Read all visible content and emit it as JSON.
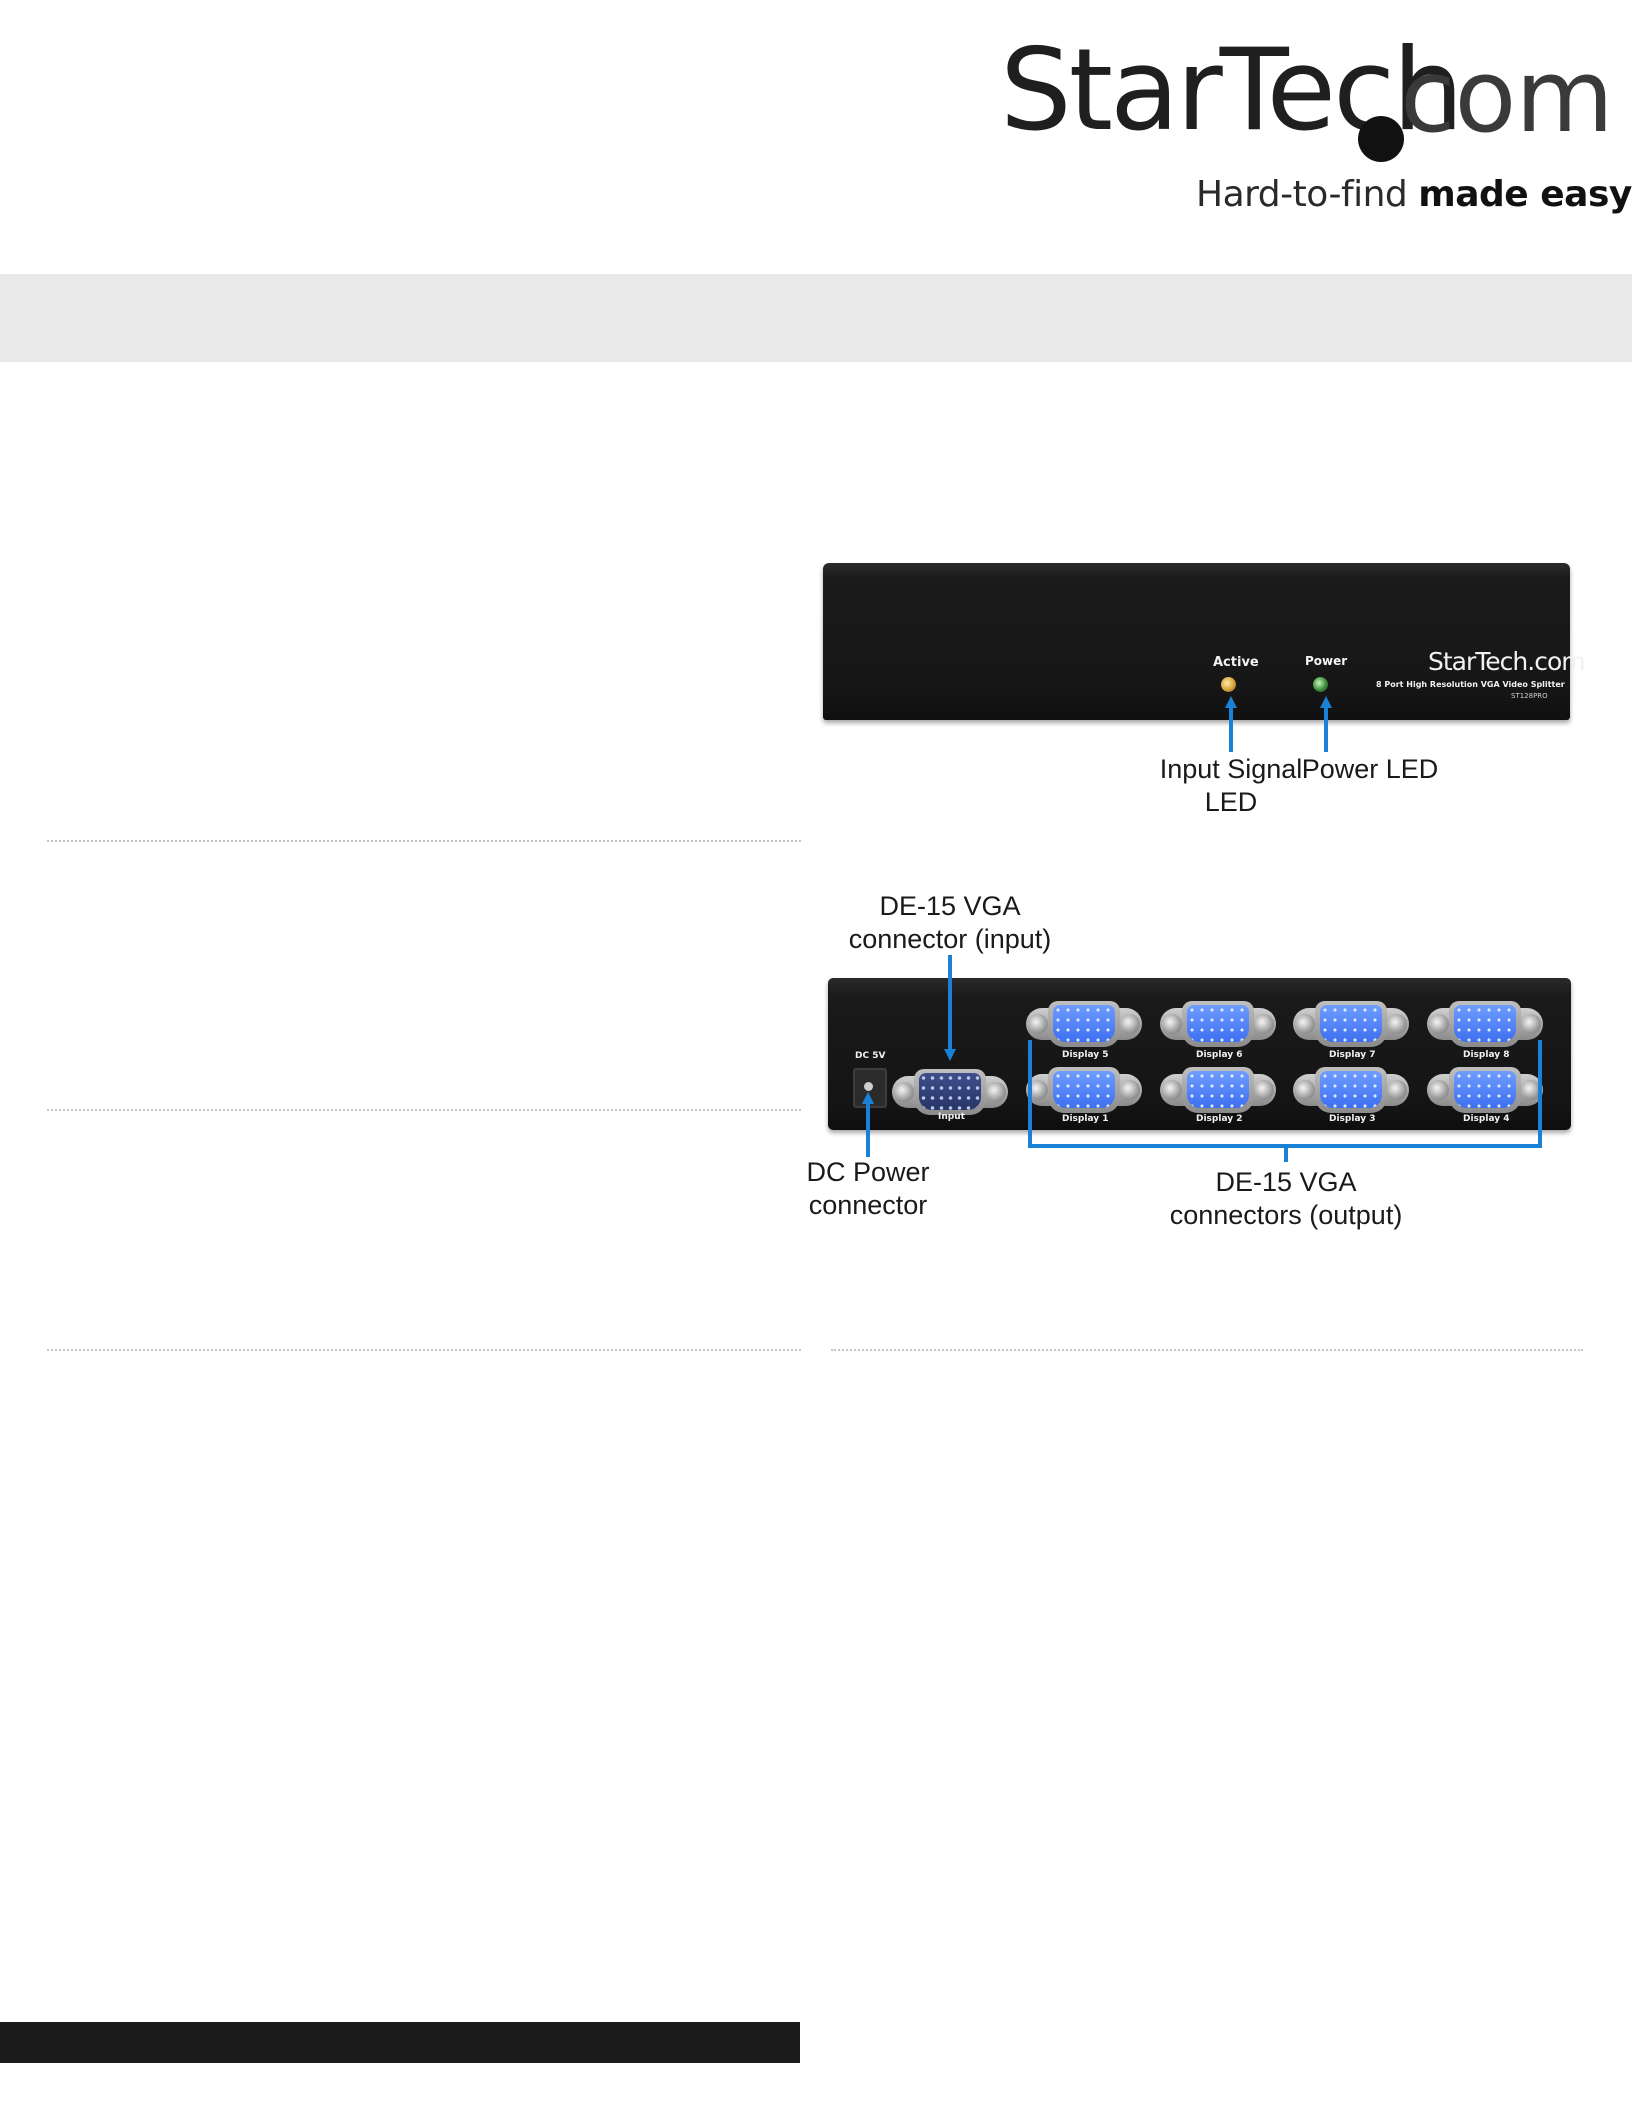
{
  "brand": {
    "logo_wordmark": "StarTech",
    "logo_suffix": "com",
    "tagline_regular": "Hard-to-find ",
    "tagline_bold": "made easy",
    "tagline_mark": "®"
  },
  "front_panel": {
    "led_active_label": "Active",
    "led_power_label": "Power",
    "device_logo": "StarTech.com",
    "device_model_desc": "8 Port High Resolution VGA Video Splitter",
    "device_model_number": "ST128PRO",
    "callouts": [
      {
        "lines": [
          "Input Signal",
          "LED"
        ]
      },
      {
        "lines": [
          "Power LED"
        ]
      }
    ]
  },
  "rear_panel": {
    "dc_label": "DC 5V",
    "input_label": "Input",
    "top_row_labels": [
      "Display 5",
      "Display 6",
      "Display 7",
      "Display 8"
    ],
    "bottom_row_labels": [
      "Display 1",
      "Display 2",
      "Display 3",
      "Display 4"
    ],
    "callouts": [
      {
        "lines": [
          "DE-15 VGA",
          "connector (input)"
        ]
      },
      {
        "lines": [
          "DC Power",
          "connector"
        ]
      },
      {
        "lines": [
          "DE-15 VGA",
          "connectors (output)"
        ]
      }
    ]
  },
  "colors": {
    "band_gray": "#e9e9e9",
    "callout_blue": "#1a82d6",
    "footer_black": "#1c1c1c",
    "led_amber": "#d8a23a",
    "led_green": "#3c8c3c",
    "vga_blue": "#5a8cff"
  }
}
